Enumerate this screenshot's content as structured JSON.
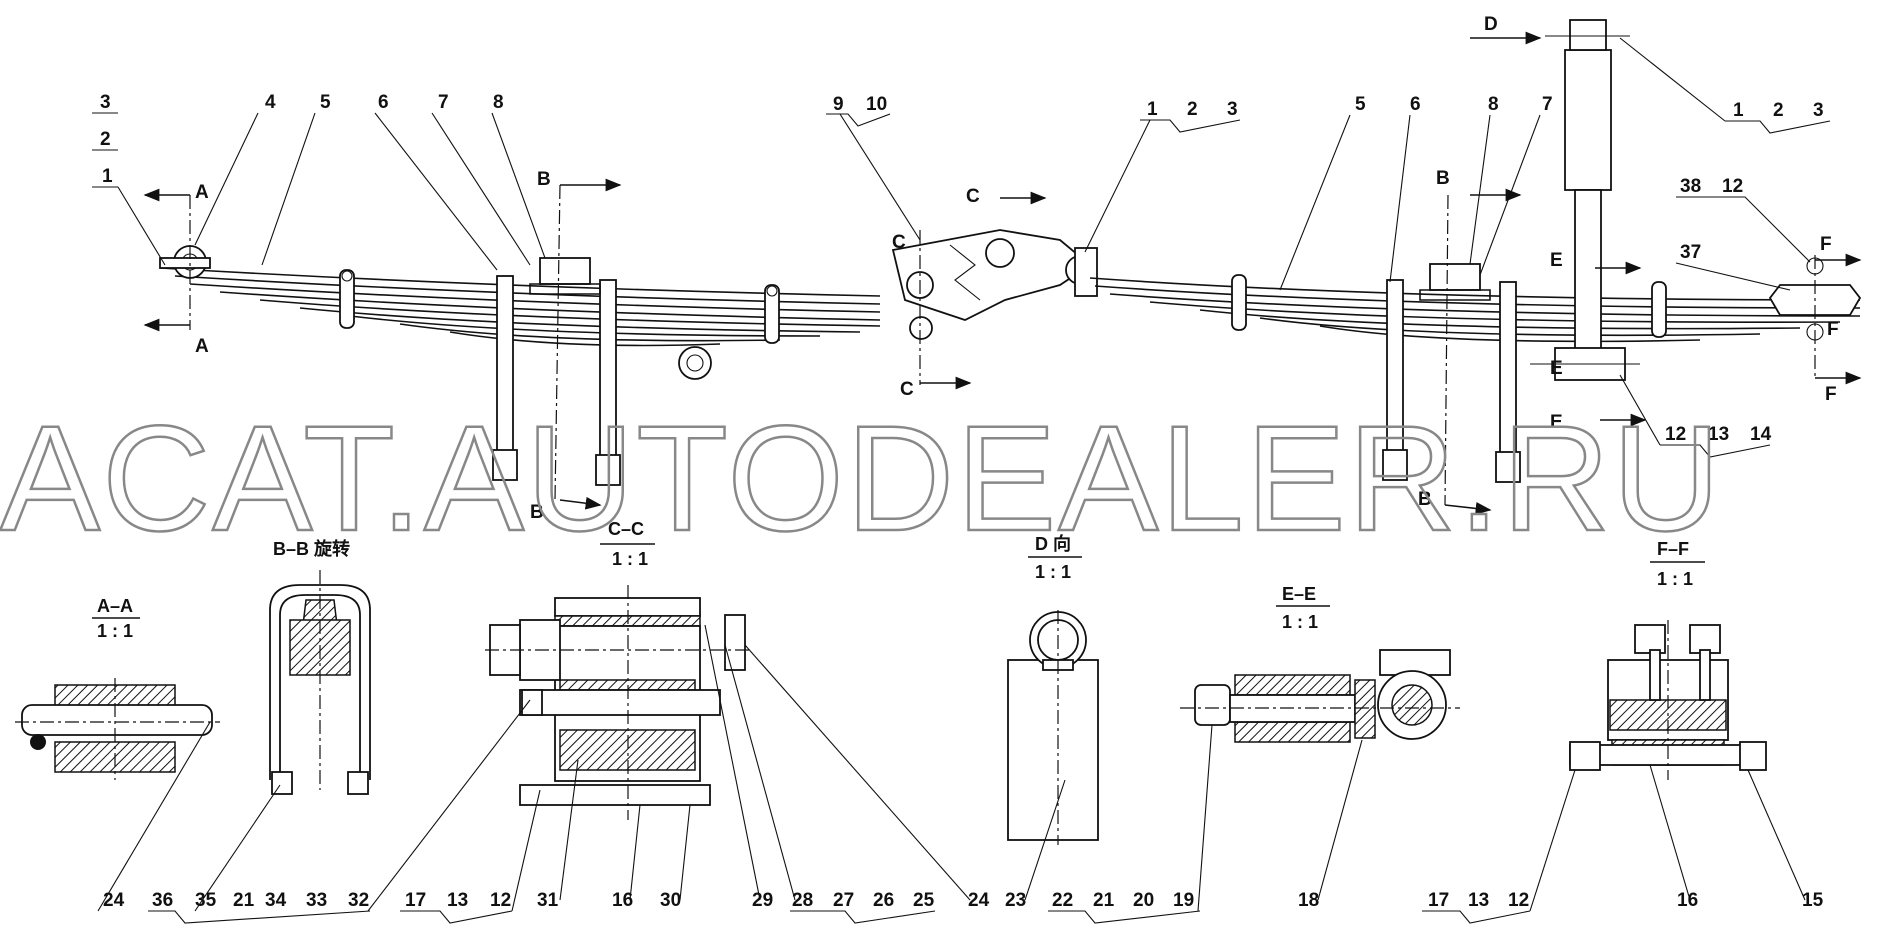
{
  "watermark": "ACAT.AUTODEALER.RU",
  "section_titles": {
    "aa": "A–A",
    "aa_scale": "1 : 1",
    "bb": "B–B 旋转",
    "cc": "C–C",
    "cc_scale": "1 : 1",
    "d": "D 向",
    "d_scale": "1 : 1",
    "ee": "E–E",
    "ee_scale": "1 : 1",
    "ff": "F–F",
    "ff_scale": "1 : 1"
  },
  "section_markers": [
    "A",
    "A",
    "B",
    "B",
    "B",
    "B",
    "C",
    "C",
    "C",
    "D",
    "E",
    "E",
    "E",
    "F",
    "F",
    "F"
  ],
  "callouts_top": {
    "c3": "3",
    "c2": "2",
    "c1": "1",
    "c4": "4",
    "c5": "5",
    "c6": "6",
    "c7": "7",
    "c8": "8",
    "c9": "9",
    "c10": "10",
    "r1": "1",
    "r2": "2",
    "r3": "3",
    "c5b": "5",
    "c6b": "6",
    "c8b": "8",
    "c7b": "7",
    "t1": "1",
    "t2": "2",
    "t3": "3",
    "c38": "38",
    "c12a": "12",
    "c37": "37",
    "c12b": "12",
    "c13b": "13",
    "c14b": "14"
  },
  "callouts_bottom": [
    "24",
    "36",
    "35",
    "21",
    "34",
    "33",
    "32",
    "17",
    "13",
    "12",
    "31",
    "16",
    "30",
    "29",
    "28",
    "27",
    "26",
    "25",
    "24",
    "23",
    "22",
    "21",
    "20",
    "19",
    "18",
    "17",
    "13",
    "12",
    "16",
    "15"
  ]
}
